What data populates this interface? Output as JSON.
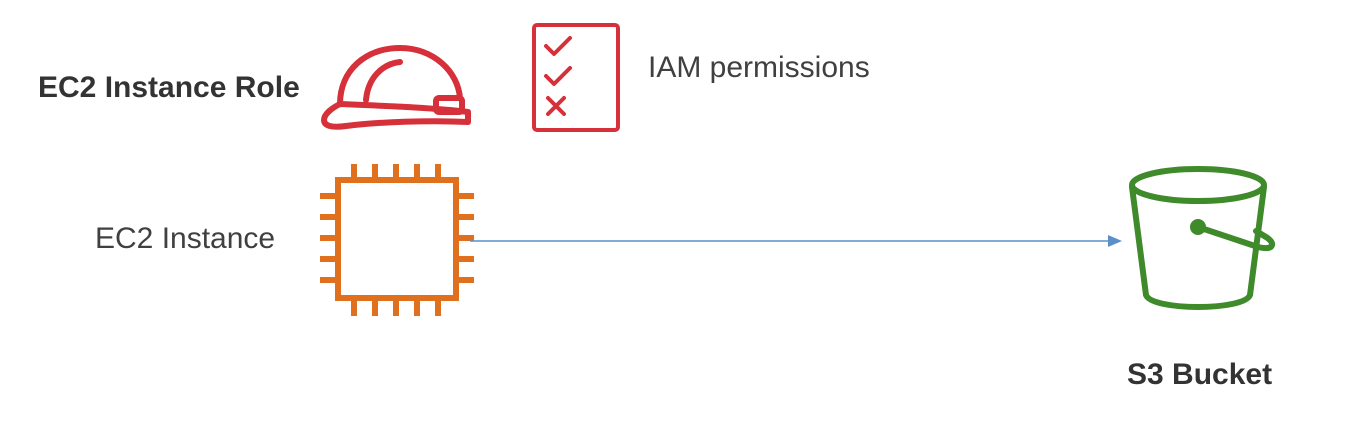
{
  "labels": {
    "instance_role": "EC2 Instance Role",
    "iam_permissions": "IAM permissions",
    "ec2_instance": "EC2 Instance",
    "s3_bucket": "S3 Bucket"
  },
  "icons": {
    "role": "hard-hat-icon",
    "permissions": "checklist-icon",
    "instance": "ec2-chip-icon",
    "bucket": "s3-bucket-icon",
    "connection": "arrow-icon"
  },
  "colors": {
    "role_red": "#d6303a",
    "instance_orange": "#e0701e",
    "bucket_green": "#3f8a2a",
    "arrow_blue": "#5b8fc9",
    "text_dark": "#333333"
  }
}
